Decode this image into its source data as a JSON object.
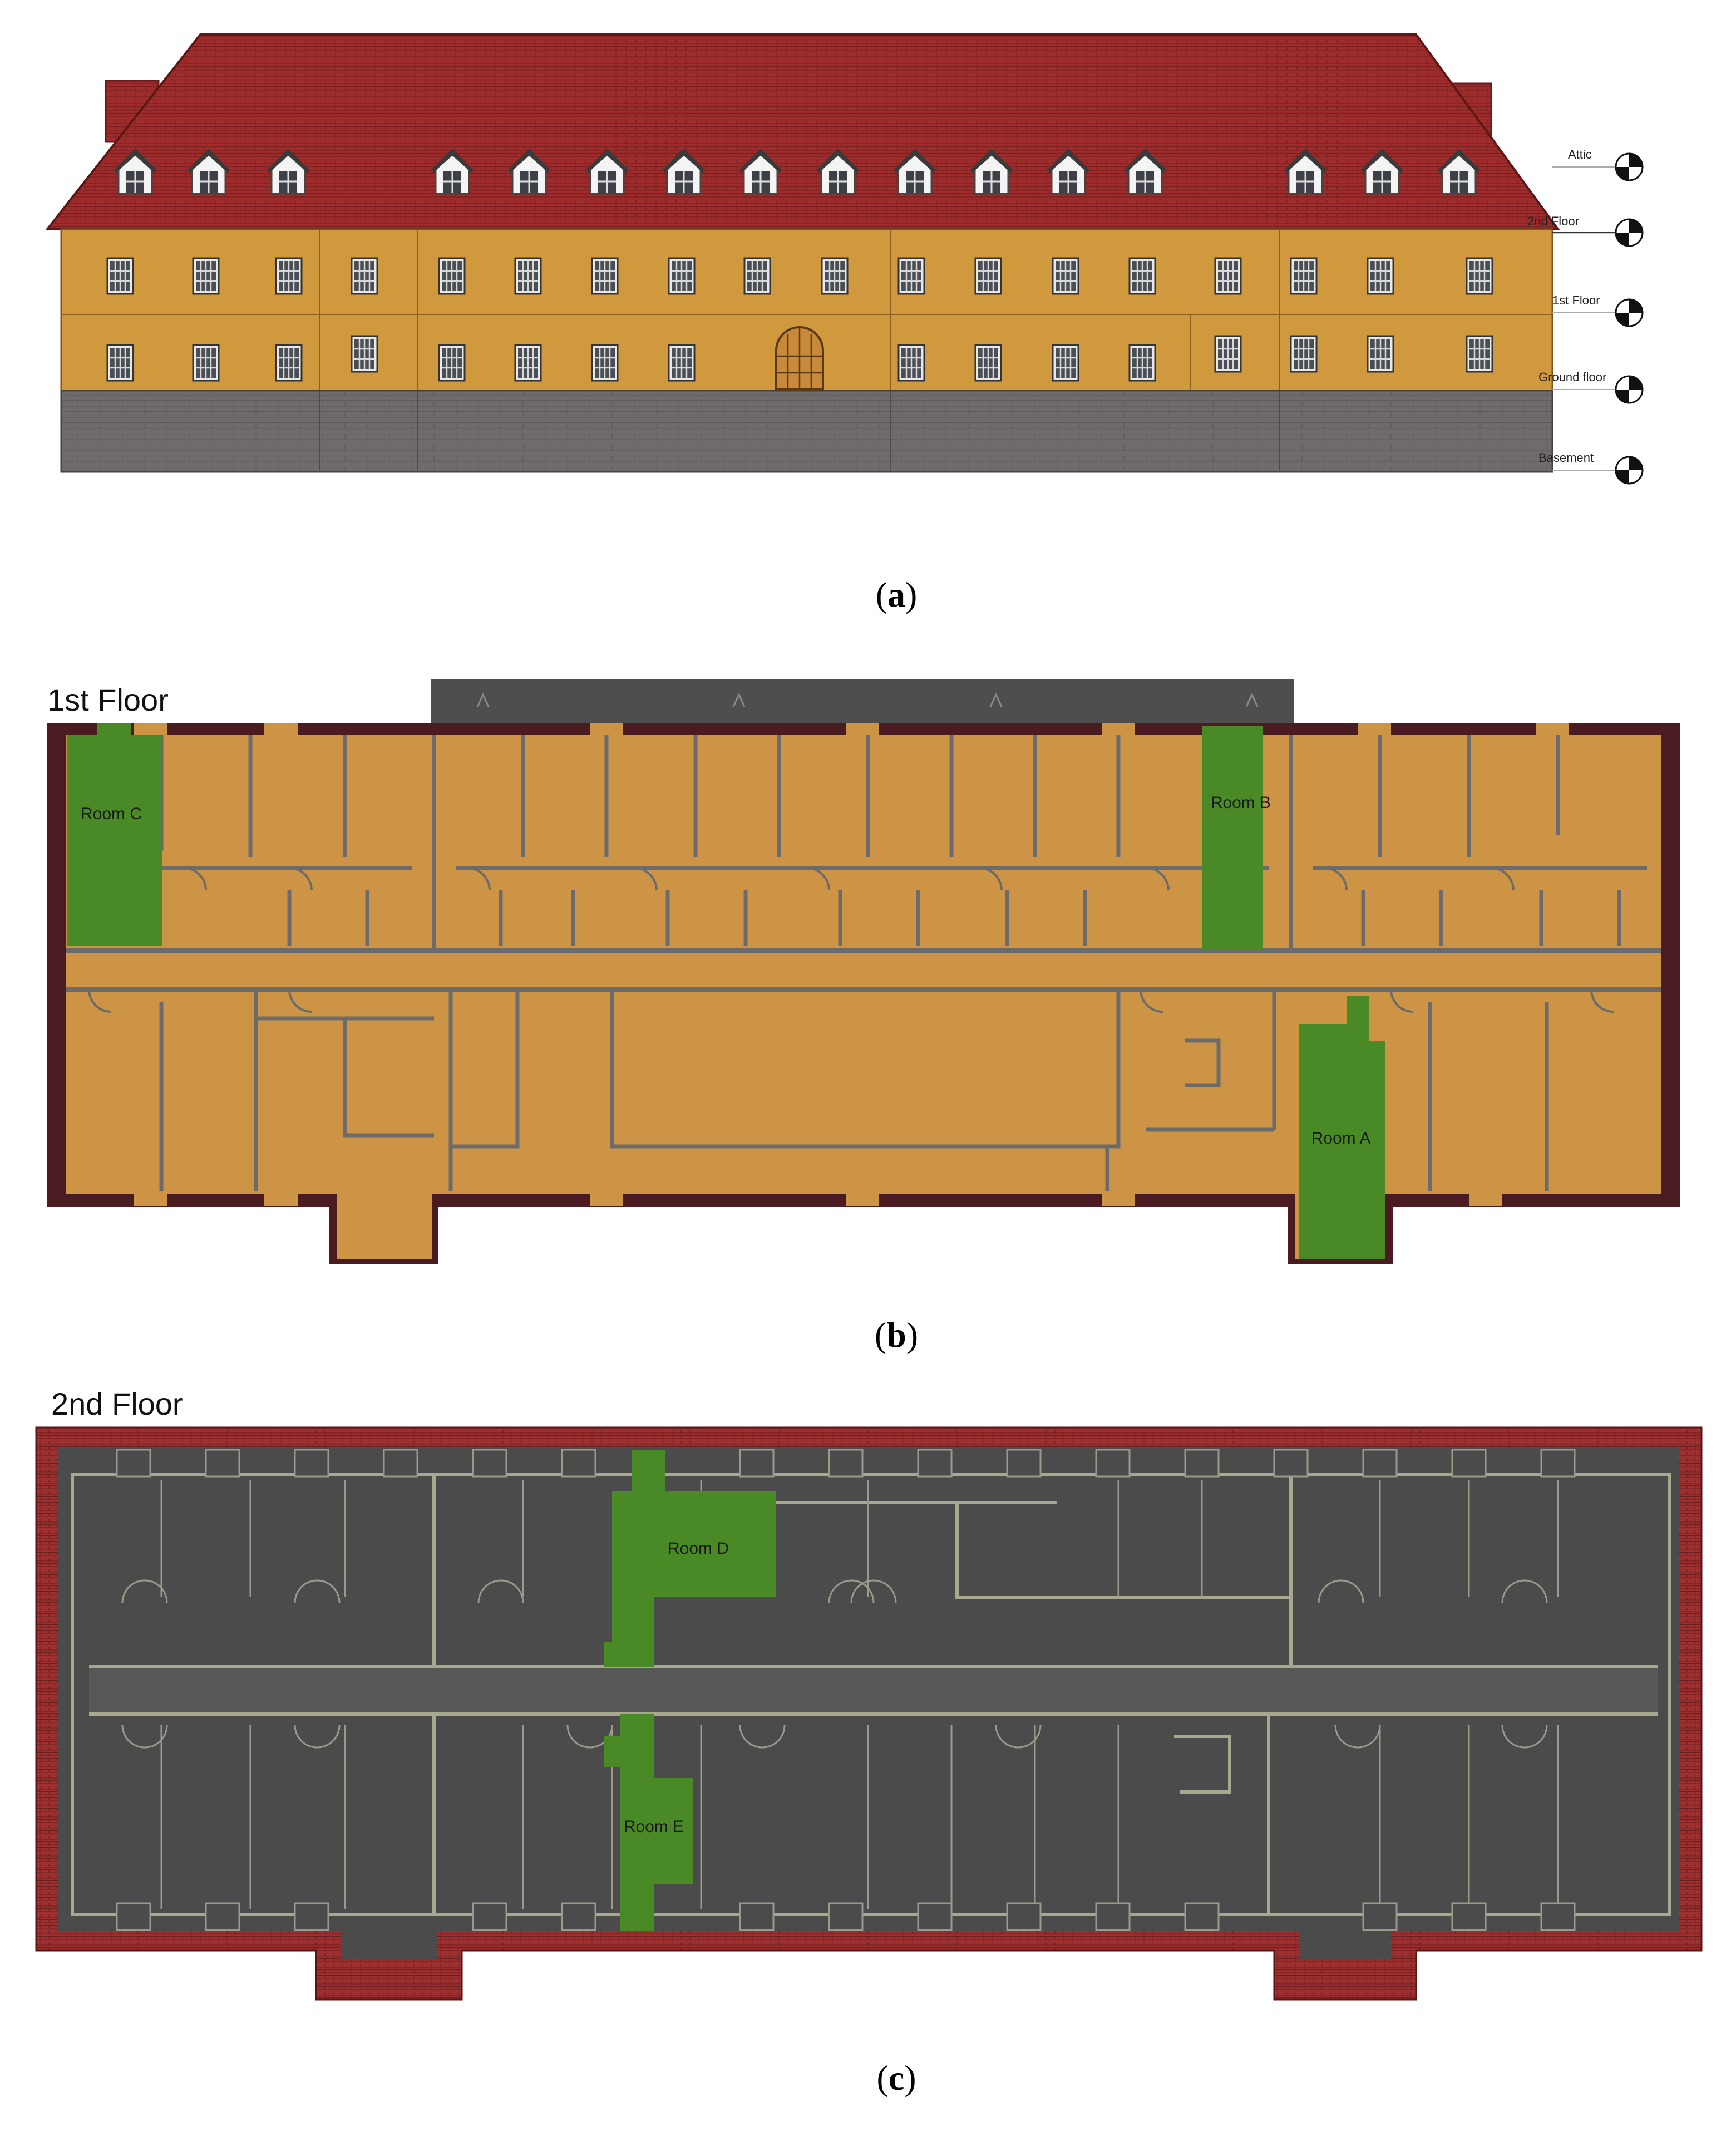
{
  "colors": {
    "roof": "#9e2c2c",
    "facade": "#d1993e",
    "base": "#6f6b6b",
    "floor_fill": "#cc9444",
    "wall_dark": "#4a1c22",
    "room_green": "#4a8a26",
    "attic_floor": "#4b4b4b",
    "attic_roof": "#9c3030"
  },
  "panels": {
    "a": {
      "caption_open": "(",
      "caption_letter": "a",
      "caption_close": ")"
    },
    "b": {
      "title": "1st Floor",
      "caption_open": "(",
      "caption_letter": "b",
      "caption_close": ")"
    },
    "c": {
      "title": "2nd Floor",
      "caption_open": "(",
      "caption_letter": "c",
      "caption_close": ")"
    }
  },
  "levels": [
    "Attic",
    "2nd Floor",
    "1st Floor",
    "Ground floor",
    "Basement"
  ],
  "rooms_first_floor": [
    "Room C",
    "Room B",
    "Room A"
  ],
  "rooms_second_floor": [
    "Room D",
    "Room E"
  ]
}
